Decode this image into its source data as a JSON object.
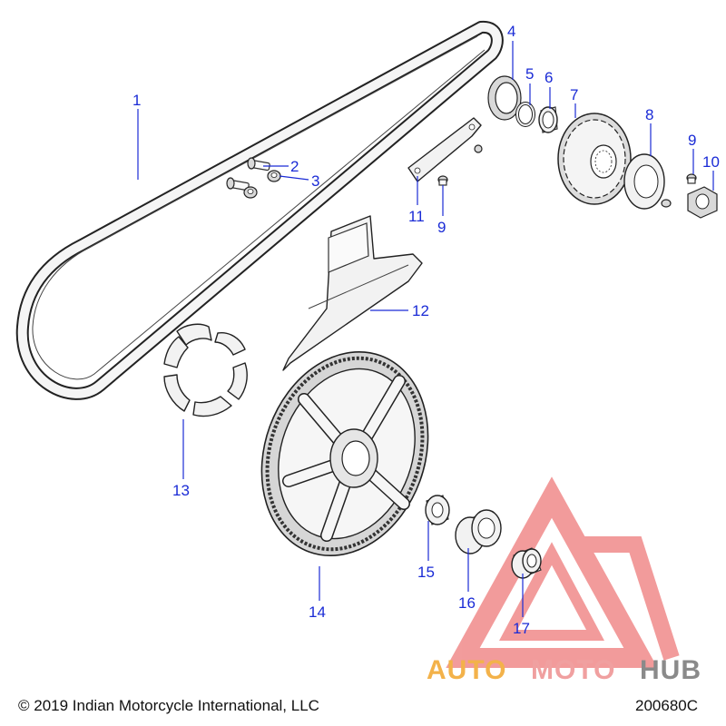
{
  "callouts": [
    {
      "id": "1",
      "label": "1"
    },
    {
      "id": "2",
      "label": "2"
    },
    {
      "id": "3",
      "label": "3"
    },
    {
      "id": "4",
      "label": "4"
    },
    {
      "id": "5",
      "label": "5"
    },
    {
      "id": "6",
      "label": "6"
    },
    {
      "id": "7",
      "label": "7"
    },
    {
      "id": "8",
      "label": "8"
    },
    {
      "id": "9a",
      "label": "9"
    },
    {
      "id": "10",
      "label": "10"
    },
    {
      "id": "11",
      "label": "11"
    },
    {
      "id": "9b",
      "label": "9"
    },
    {
      "id": "12",
      "label": "12"
    },
    {
      "id": "13",
      "label": "13"
    },
    {
      "id": "14",
      "label": "14"
    },
    {
      "id": "15",
      "label": "15"
    },
    {
      "id": "16",
      "label": "16"
    },
    {
      "id": "17",
      "label": "17"
    }
  ],
  "footer": {
    "copyright": "© 2019 Indian Motorcycle International, LLC",
    "diagram_code": "200680C"
  },
  "watermark": {
    "word_auto": "AUTO",
    "word_moto": "MOTO",
    "word_hub": "HUB",
    "color_red": "#e84a4a",
    "color_orange": "#f3b24a",
    "color_gray": "#7a7a7a"
  },
  "colors": {
    "callout": "#1a2bd6",
    "line": "#222222"
  }
}
